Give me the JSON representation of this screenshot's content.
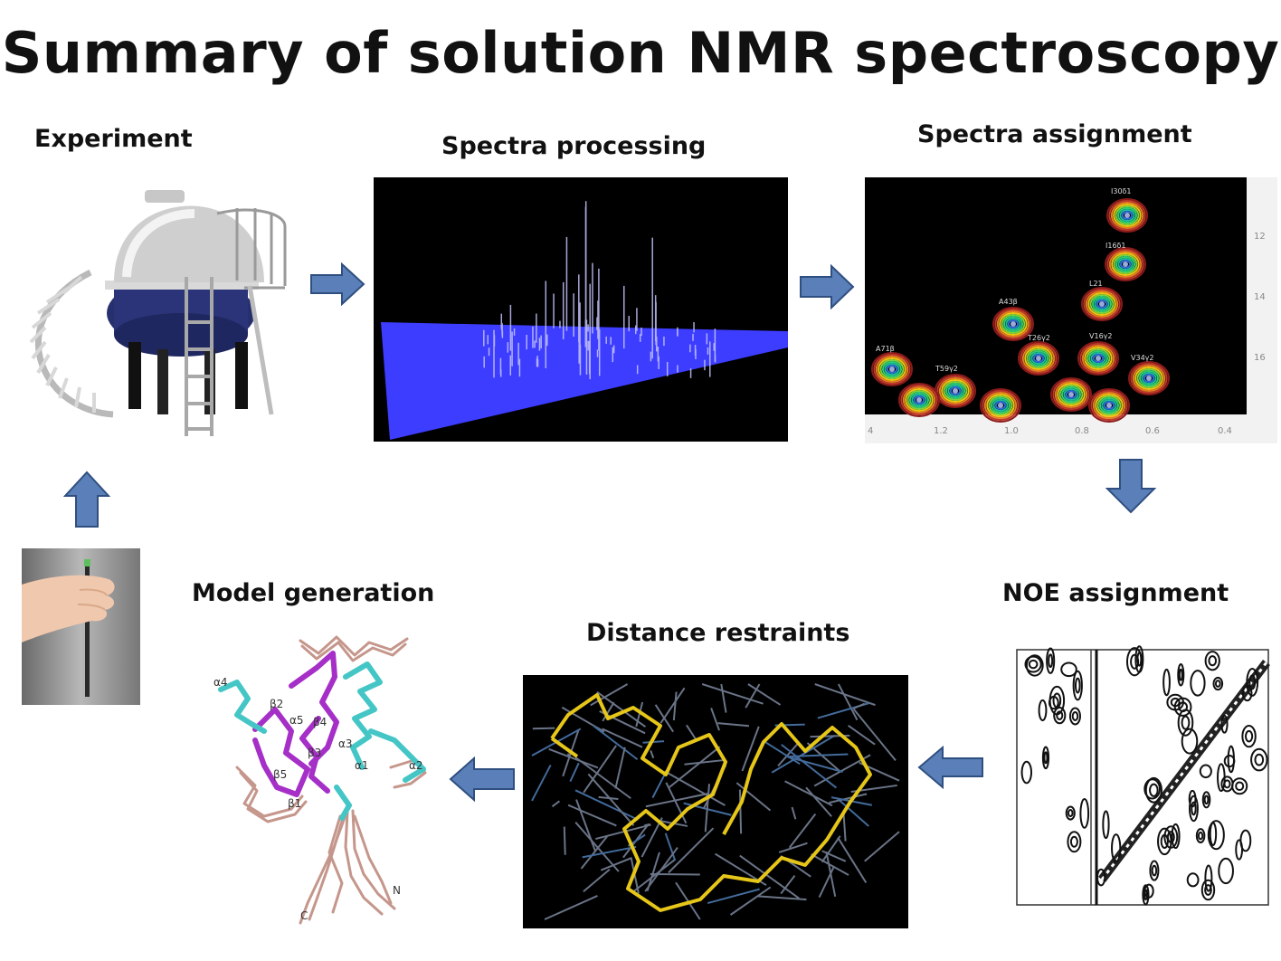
{
  "title": "Summary of solution NMR spectroscopy",
  "steps": {
    "experiment": "Experiment",
    "spectra_processing": "Spectra processing",
    "spectra_assignment": "Spectra assignment",
    "noe_assignment": "NOE assignment",
    "distance_restraints": "Distance restraints",
    "model_generation": "Model generation"
  },
  "spectrum_axis": {
    "x_ticks": [
      "4",
      "1.2",
      "1.0",
      "0.8",
      "0.6",
      "0.4"
    ],
    "y_ticks": [
      "12",
      "14",
      "16"
    ]
  },
  "peak_labels": [
    "I30δ1",
    "I16δ1",
    "L21",
    "A43β",
    "T26γ2",
    "V16γ2",
    "A71β",
    "T59γ2",
    "V34γ2"
  ],
  "structure_labels": [
    "α4",
    "β2",
    "α5",
    "β4",
    "α3",
    "β3",
    "α1",
    "α2",
    "β5",
    "β1",
    "N",
    "C"
  ],
  "colors": {
    "arrow": "#5b7fb8",
    "spectrum_plane": "#3d3dff",
    "backbone_yellow": "#e6c619",
    "helix_cyan": "#45c6c6",
    "sheet_magenta": "#a52fc7",
    "loop_brown": "#b77d6f"
  }
}
